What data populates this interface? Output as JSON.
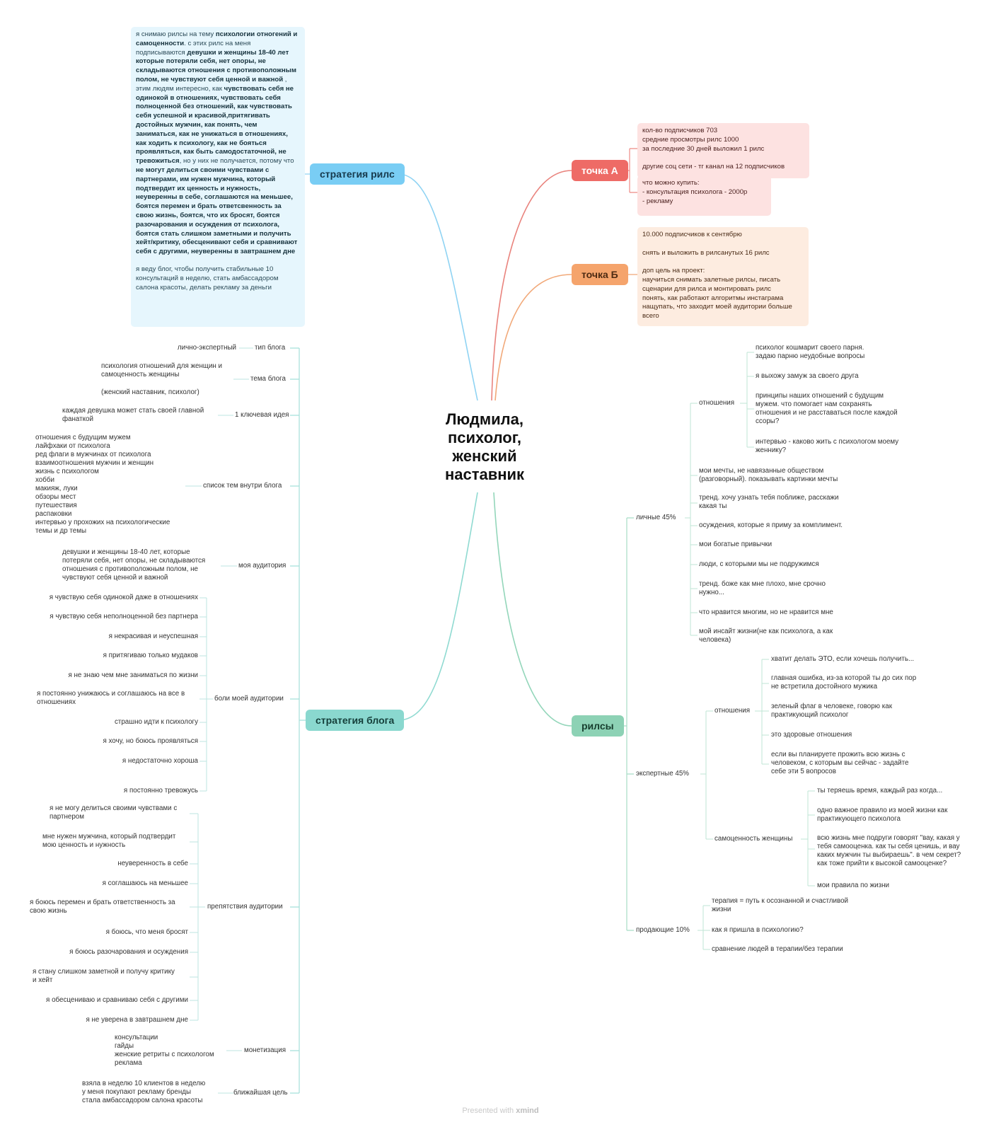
{
  "central": {
    "lines": [
      "Людмила,",
      "психолог,",
      "женский",
      "наставник"
    ]
  },
  "branches": {
    "rils_strategy": "стратегия рилс",
    "blog_strategy": "стратегия блога",
    "point_a": "точка А",
    "point_b": "точка Б",
    "reels": "рилсы"
  },
  "rils_note": {
    "s1": "я снимаю рилсы на тему ",
    "s2": "психологии отногений и самоценности",
    "s3": ". с этих рилс на меня подписываются ",
    "s4": "девушки и женщины 18-40 лет которые потеряли себя, нет опоры, не складываются отношения с противоположным полом, не чувствуют себя ценной и важной",
    "s5": " , этим людям интересно, как ",
    "s6": "чувствовать себя не одинокой в отношениях, чувствовать себя полноценной без отношений, как чувствовать себя успешной и красивой,притягивать достойных мужчин, как понять, чем заниматься, как не унижаться в отношениях, как ходить к психологу, как не бояться проявляться, как быть самодостаточной, не тревожиться",
    "s7": ", но у них не получается, потому что ",
    "s8": "не могут делиться своими чувствами с партнерами, им нужен мужчина, который подтвердит их ценность и нужность, неуверенны в себе, соглашаются на меньшее, боятся перемен и брать ответсвенность за свою жизнь, боятся, что их бросят, боятся разочарования и осуждения от психолога, боятся стать слишком заметными и получить хейт/критику, обесценивают себя и сравнивают себя с другими, неуверенны в завтрашнем дне",
    "s9": "я веду блог, чтобы получить стабильные 10 консультаций в неделю, стать амбассадором салона красоты, делать рекламу за деньги"
  },
  "point_a_notes": {
    "note1": "кол-во подписчиков 703\nсредние просмотры рилс 1000\nза последние 30 дней выложил 1 рилс\n\nдругие соц сети - тг канал на 12 подписчиков",
    "note2": "что можно купить:\n- консультация психолога - 2000р\n- рекламу"
  },
  "point_b_note": "10.000 подписчиков к сентябрю\n\nснять и выложить в рилсанутых 16 рилс\n\nдоп цель на проект:\nнаучиться снимать залетные рилсы, писать сценарии для рилса и монтировать рилс\nпонять, как работают алгоритмы инстаграма\nнащупать, что заходит моей аудитории больше всего",
  "blog": {
    "type": {
      "label": "тип блога",
      "value": "лично-экспертный"
    },
    "theme": {
      "label": "тема блога",
      "v1": "психология отношений для женщин и\nсамоценность женщины",
      "v2": "(женский наставник, психолог)"
    },
    "idea": {
      "label": "1 ключевая идея",
      "value": "каждая девушка может стать своей главной\nфанаткой"
    },
    "topics": {
      "label": "список тем внутри блога",
      "value": "отношения с будущим мужем\nлайфхаки от психолога\nред флаги в мужчинах от психолога\nвзаимоотношения мужчин и женщин\nжизнь с психологом\nхобби\nмакияж, луки\nобзоры мест\nпутешествия\nраспаковки\nинтервью у прохожих на психологические\nтемы и др темы"
    },
    "audience": {
      "label": "моя аудитория",
      "value": "девушки и женщины 18-40 лет, которые\nпотеряли себя, нет опоры, не складываются\nотношения с противоположным полом, не\nчувствуют себя ценной и важной"
    },
    "pains": {
      "label": "боли моей аудитории",
      "items": [
        "я чувствую себя одинокой даже в отношениях",
        "я чувствую себя неполноценной без партнера",
        "я некрасивая и неуспешная",
        "я притягиваю только мудаков",
        "я не знаю чем мне заниматься по жизни",
        "я постоянно унижаюсь и соглашаюсь на все в\nотношениях",
        "страшно идти к психологу",
        "я хочу, но боюсь проявляться",
        "я недостаточно хороша",
        "я постоянно тревожусь"
      ]
    },
    "obstacles": {
      "label": "препятствия аудитории",
      "items": [
        "я не могу делиться своими чувствами с\nпартнером",
        "мне нужен мужчина, который подтвердит\nмою ценность и нужность",
        "неуверенность в себе",
        "я соглашаюсь на меньшее",
        "я боюсь перемен и брать ответственность за\nсвою жизнь",
        "я боюсь, что меня бросят",
        "я боюсь разочарования и осуждения",
        "я стану слишком заметной и получу критику\nи хейт",
        "я обесцениваю и сравниваю себя с другими",
        "я не уверена в завтрашнем дне"
      ]
    },
    "monetization": {
      "label": "монетизация",
      "value": "консультации\nгайды\nженские ретриты с психологом\nреклама"
    },
    "goal": {
      "label": "ближайшая цель",
      "value": "взяла в неделю 10 клиентов в неделю\nу меня покупают рекламу бренды\nстала амбассадором салона красоты"
    }
  },
  "reels": {
    "personal": {
      "label": "личные 45%",
      "relations": {
        "label": "отношения",
        "items": [
          "психолог кошмарит своего парня.\nзадаю парню неудобные вопросы",
          "я выхожу замуж за своего друга",
          "принципы наших отношений с будущим\nмужем. что помогает нам сохранять\nотношения и не расставаться после каждой\nссоры?",
          "интервью - каково жить с психологом моему\nженнику?"
        ]
      },
      "items": [
        "мои мечты, не навязанные обществом\n(разговорный). показывать картинки мечты",
        "тренд. хочу узнать тебя поближе, расскажи\nкакая ты",
        "осуждения, которые я приму за комплимент.",
        "мои богатые привычки",
        "люди, с которыми мы не подружимся",
        "тренд. боже как мне плохо, мне срочно\nнужно...",
        "что нравится многим, но не нравится мне",
        "мой инсайт жизни(не как психолога, а как\nчеловека)"
      ]
    },
    "expert": {
      "label": "экспертные 45%",
      "relations": {
        "label": "отношения",
        "items": [
          "хватит делать ЭТО, если хочешь получить...",
          "главная ошибка, из-за которой ты до сих пор\nне встретила достойного мужика",
          "зеленый флаг в человеке, говорю как\nпрактикующий психолог",
          "это здоровые отношения",
          "если вы планируете прожить всю жизнь с\nчеловеком, с которым вы сейчас - задайте\nсебе эти 5 вопросов"
        ]
      },
      "selfworth": {
        "label": "самоценность женщины",
        "items": [
          "ты теряешь время, каждый раз когда...",
          "одно важное правило из моей жизни как\nпрактикующего психолога",
          "всю жизнь мне подруги говорят \"вау, какая у\nтебя самооценка. как ты себя ценишь, и вау\nкаких мужчин ты выбираешь\".  в чем секрет?\nкак тоже прийти к высокой самооценке?",
          "мои правила по жизни"
        ]
      }
    },
    "selling": {
      "label": "продающие 10%",
      "items": [
        "терапия = путь к осознанной и счастливой\nжизни",
        "как я пришла в психологию?",
        "сравнение людей в терапии/без терапии"
      ]
    }
  },
  "footer": {
    "prefix": "Presented with ",
    "brand": "xmind"
  },
  "colors": {
    "rils": "#79cdf4",
    "blog": "#8ad8cf",
    "point_a": "#ee6b66",
    "point_b": "#f5a46c",
    "reels": "#8dd2b5"
  }
}
